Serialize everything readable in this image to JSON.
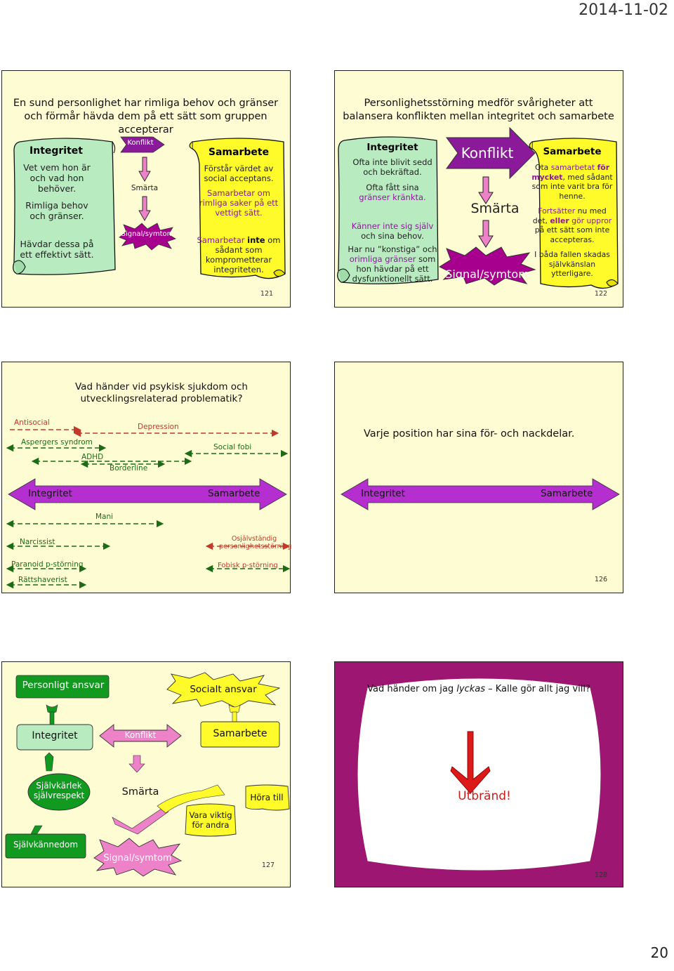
{
  "header_date": "2014-11-02",
  "page_number": "20",
  "s121": {
    "title": "En sund personlighet har rimliga behov och gränser och förmår hävda dem på ett sätt som gruppen accepterar",
    "left_heading": "Integritet",
    "left_p1": "Vet vem hon är och vad hon behöver.",
    "left_p2": "Rimliga behov och gränser.",
    "left_p3": "Hävdar dessa på ett effektivt sätt.",
    "konflikt": "Konflikt",
    "smarta": "Smärta",
    "signal": "Signal/symtom",
    "right_heading": "Samarbete",
    "right_p1": "Förstår värdet av social acceptans.",
    "right_p2": "Samarbetar om rimliga saker på ett vettigt sätt.",
    "right_p3_a": "Samarbetar ",
    "right_p3_b": "inte",
    "right_p3_c": " om sådant som komprometterar integriteten.",
    "num": "121"
  },
  "s122": {
    "title": "Personlighetsstörning medför svårigheter att balansera konflikten mellan integritet och samarbete",
    "left_heading": "Integritet",
    "left_p1": "Ofta inte blivit sedd och bekräftad.",
    "left_p2a": "Ofta fått sina",
    "left_p2b": "gränser kränkta.",
    "left_p3": "Känner inte sig själv",
    "left_p3b": "och sina behov.",
    "left_p4a": "Har nu ”konstiga” och",
    "left_p4b": "orimliga gränser",
    "left_p4c": "som hon hävdar på ett dysfunktionellt sätt.",
    "konflikt": "Konflikt",
    "smarta": "Smärta",
    "signal": "Signal/symtom",
    "right_heading": "Samarbete",
    "right_p1a": "Ota",
    "right_p1b": "samarbetat",
    "right_p1c": "för mycket",
    "right_p1d": ", med sådant som inte varit bra för henne.",
    "right_p2a": "Fortsätter",
    "right_p2b": " nu med det, ",
    "right_p2c": "eller",
    "right_p2d": "gör uppror",
    "right_p2e": " på ett sätt som inte accepteras.",
    "right_p3": "I båda fallen skadas självkänslan ytterligare.",
    "num": "122"
  },
  "s125": {
    "title": "Vad händer vid psykisk sjukdom och utvecklingsrelaterad problematik?",
    "labels": {
      "antisocial": "Antisocial",
      "depression": "Depression",
      "aspergers": "Aspergers syndrom",
      "social_fobi": "Social fobi",
      "adhd": "ADHD",
      "borderline": "Borderline",
      "mani": "Mani",
      "narcissist": "Narcissist",
      "osjalvstandig": "Osjälvständig personlighetsstörning",
      "paranoid": "Paranoid p-störning",
      "fobisk": "Fobisk p-störning",
      "rattshaverist": "Rättshaverist"
    },
    "integritet": "Integritet",
    "samarbete": "Samarbete"
  },
  "s126": {
    "title": "Varje position har sina för- och nackdelar.",
    "integritet": "Integritet",
    "samarbete": "Samarbete",
    "num": "126"
  },
  "s127": {
    "personligt": "Personligt ansvar",
    "socialt": "Socialt ansvar",
    "integritet": "Integritet",
    "konflikt": "Konflikt",
    "samarbete": "Samarbete",
    "sjalvkarlek": "Självkärlek självrespekt",
    "smarta": "Smärta",
    "hora_till": "Höra till",
    "vara_viktig": "Vara viktig för andra",
    "sjalvkannedom": "Självkännedom",
    "signal": "Signal/symtom",
    "num": "127"
  },
  "s128": {
    "title_a": "Vad händer om jag ",
    "title_b": "lyckas",
    "title_c": " – Kalle gör allt jag vill?",
    "utbrand": "Utbränd!",
    "num": "128"
  },
  "colors": {
    "slide_bg": "#fefcd2",
    "green": "#b8ecc0",
    "yellow": "#fffb2a",
    "purple": "#8a1a9a",
    "pink": "#ee82c8",
    "red": "#cc1d1d",
    "magenta": "#a7008f"
  }
}
